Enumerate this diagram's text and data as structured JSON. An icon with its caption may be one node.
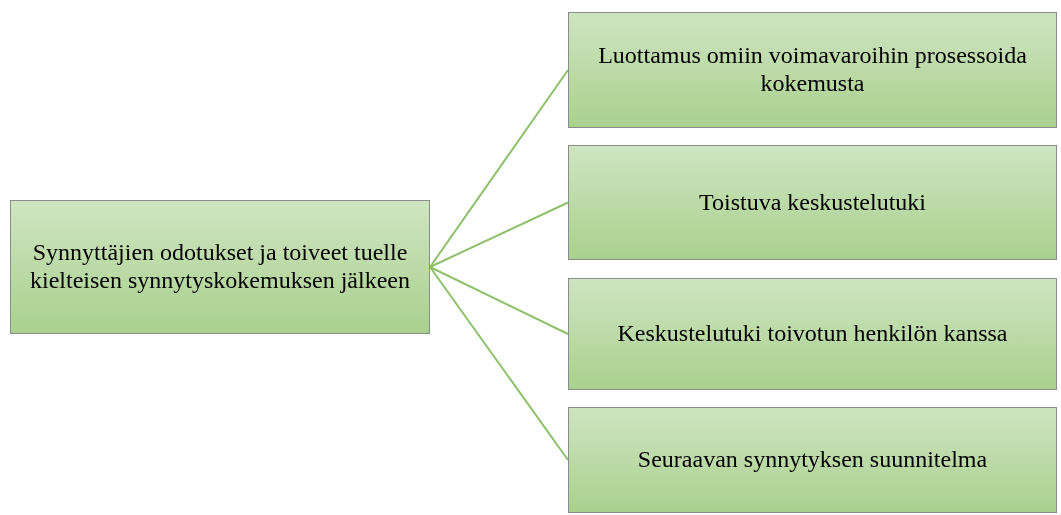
{
  "diagram": {
    "nodes": [
      {
        "text": [
          "Synnyttäjien odotukset ja toiveet tuelle kielteisen synnytyskokemuksen jälkeen"
        ]
      },
      {
        "text": [
          "Luottamus omiin voimavaroihin prosessoida kokemusta"
        ]
      },
      {
        "text": [
          "Toistuva keskustelutuki"
        ]
      },
      {
        "text": [
          "Keskustelutuki toivotun henkilön kanssa"
        ]
      },
      {
        "text": [
          "Seuraavan synnytyksen suunnitelma"
        ]
      }
    ],
    "edges": [
      {
        "from": 0,
        "to": 1,
        "arrow": "none"
      },
      {
        "from": 0,
        "to": 2,
        "arrow": "none"
      },
      {
        "from": 0,
        "to": 3,
        "arrow": "none"
      },
      {
        "from": 0,
        "to": 4,
        "arrow": "none"
      }
    ]
  }
}
